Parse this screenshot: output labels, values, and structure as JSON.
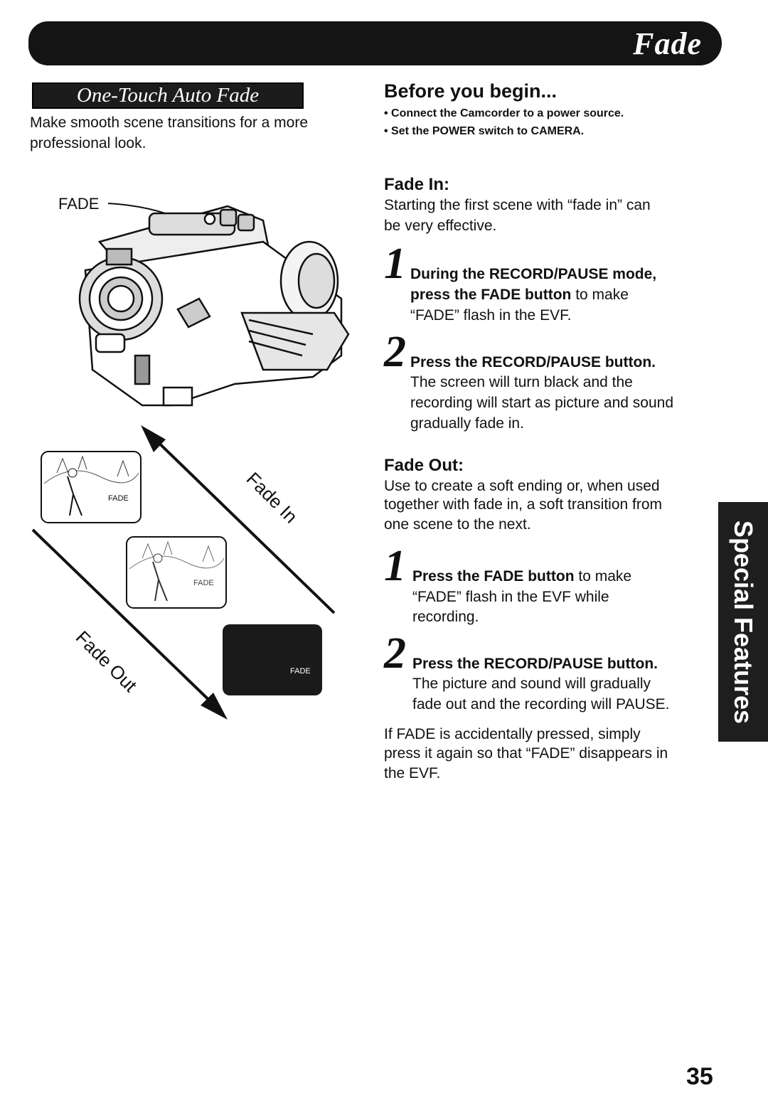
{
  "header": {
    "title": "Fade"
  },
  "section": {
    "title": "One-Touch Auto Fade",
    "intro_line1": "Make smooth scene transitions for a more",
    "intro_line2": "professional look."
  },
  "before": {
    "title": "Before you begin...",
    "bullets": [
      "• Connect the Camcorder to a power source.",
      "• Set the POWER switch to CAMERA."
    ]
  },
  "fade_in": {
    "title": "Fade In:",
    "desc_line1": "Starting the first scene with “fade in” can",
    "desc_line2": "be very effective.",
    "steps": [
      {
        "number": "1",
        "line1": "During the RECORD/PAUSE mode,",
        "line2_bold": "press the FADE button",
        "line2_rest": " to make",
        "line3": "“FADE” flash in the EVF."
      },
      {
        "number": "2",
        "line1": "Press the RECORD/PAUSE button.",
        "line2": "The screen will turn black and the",
        "line3": "recording will start as picture and sound",
        "line4": "gradually fade in."
      }
    ]
  },
  "fade_out": {
    "title": "Fade Out:",
    "desc_line1": "Use to create a soft ending or, when used",
    "desc_line2": "together with fade in, a soft transition from",
    "desc_line3": "one scene to the next.",
    "steps": [
      {
        "number": "1",
        "line1_bold": "Press the FADE button",
        "line1_rest": " to make",
        "line2": "“FADE” flash in the EVF while",
        "line3": "recording."
      },
      {
        "number": "2",
        "line1": "Press the RECORD/PAUSE button.",
        "line2": "The picture and sound will gradually",
        "line3": "fade out and the recording will PAUSE."
      }
    ],
    "note_line1": "If FADE is accidentally pressed, simply",
    "note_line2": "press it again so that “FADE” disappears in",
    "note_line3": "the EVF."
  },
  "illustration": {
    "camera_label": "FADE",
    "screen_label": "FADE",
    "arrow_in_label": "Fade In",
    "arrow_out_label": "Fade Out"
  },
  "side_tab": "Special Features",
  "page_number": "35"
}
